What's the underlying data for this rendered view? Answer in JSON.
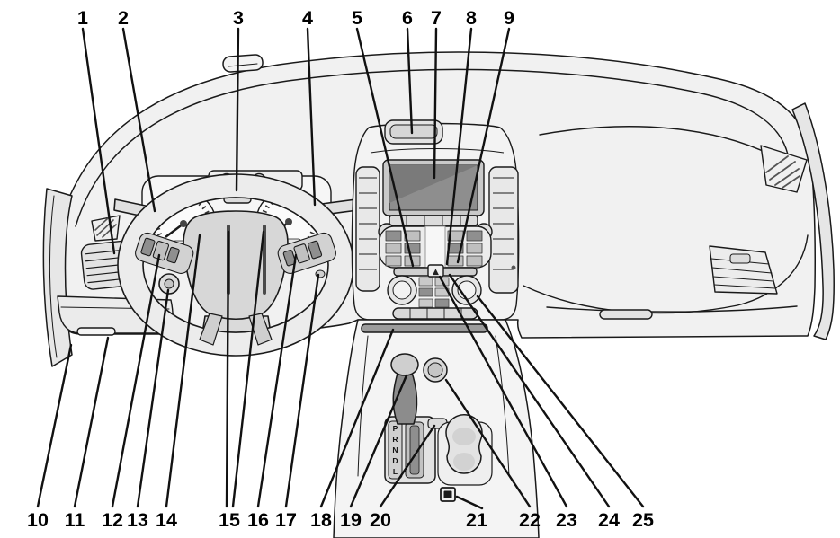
{
  "figure": {
    "kind": "line-diagram",
    "subject": "Vehicle instrument panel overview with numbered callouts",
    "background_color": "#ffffff",
    "line_color": "#1a1a1a",
    "fill_light": "#f1f1f1",
    "fill_mid": "#e0e0e0",
    "screen_color": "#8e8e8e"
  },
  "callouts": {
    "top": [
      "1",
      "2",
      "3",
      "4",
      "5",
      "6",
      "7",
      "8",
      "9"
    ],
    "bottom": [
      "10",
      "11",
      "12",
      "13",
      "14",
      "15",
      "16",
      "17",
      "18",
      "19",
      "20",
      "21",
      "22",
      "23",
      "24",
      "25"
    ]
  },
  "gear_selector": {
    "positions": [
      "P",
      "R",
      "N",
      "D",
      "L"
    ]
  },
  "icons": {
    "hazard_flasher_button": "▲"
  }
}
